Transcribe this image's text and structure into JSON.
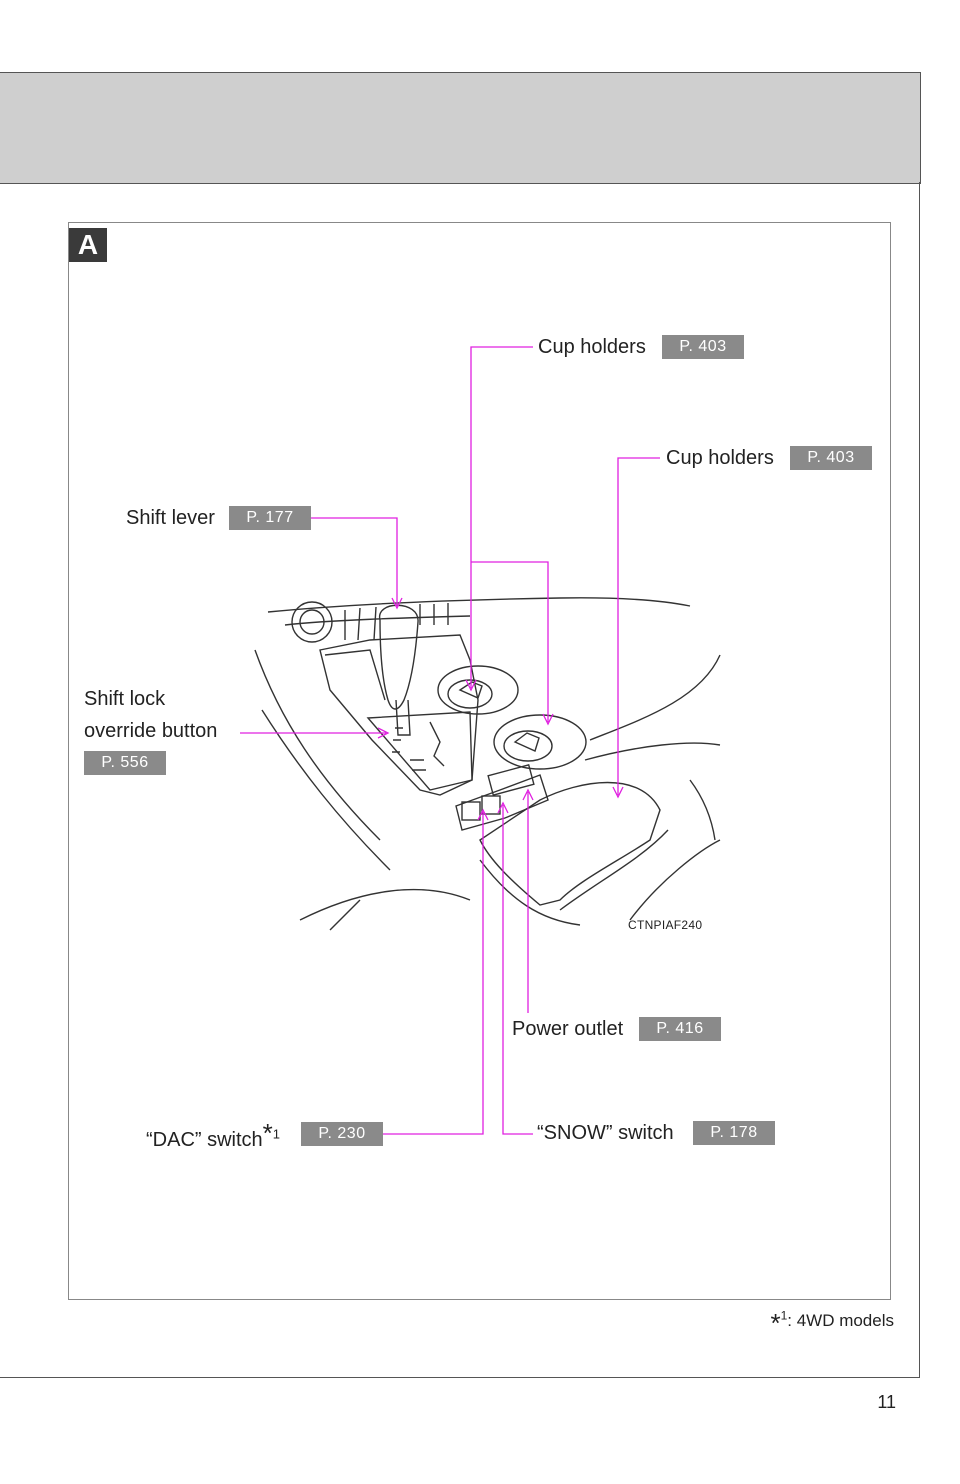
{
  "section": {
    "tag": "A"
  },
  "callouts": {
    "cup_holders_1": {
      "label": "Cup holders",
      "page": "P. 403"
    },
    "cup_holders_2": {
      "label": "Cup holders",
      "page": "P. 403"
    },
    "shift_lever": {
      "label": "Shift lever",
      "page": "P. 177"
    },
    "shift_lock": {
      "line1": "Shift lock",
      "line2": "override button",
      "page": "P. 556"
    },
    "power_outlet": {
      "label": "Power outlet",
      "page": "P. 416"
    },
    "dac_switch": {
      "label": "“DAC” switch",
      "star": "*",
      "sup": "1",
      "page": "P. 230"
    },
    "snow_switch": {
      "label": "“SNOW” switch",
      "page": "P. 178"
    }
  },
  "illustration": {
    "code": "CTNPIAF240"
  },
  "footnote": {
    "star": "*",
    "sup": "1",
    "text": ": 4WD models"
  },
  "page_number": "11",
  "colors": {
    "leader": "#e020e0",
    "badge": "#8a8a8a",
    "header_band": "#cfcfcf"
  }
}
